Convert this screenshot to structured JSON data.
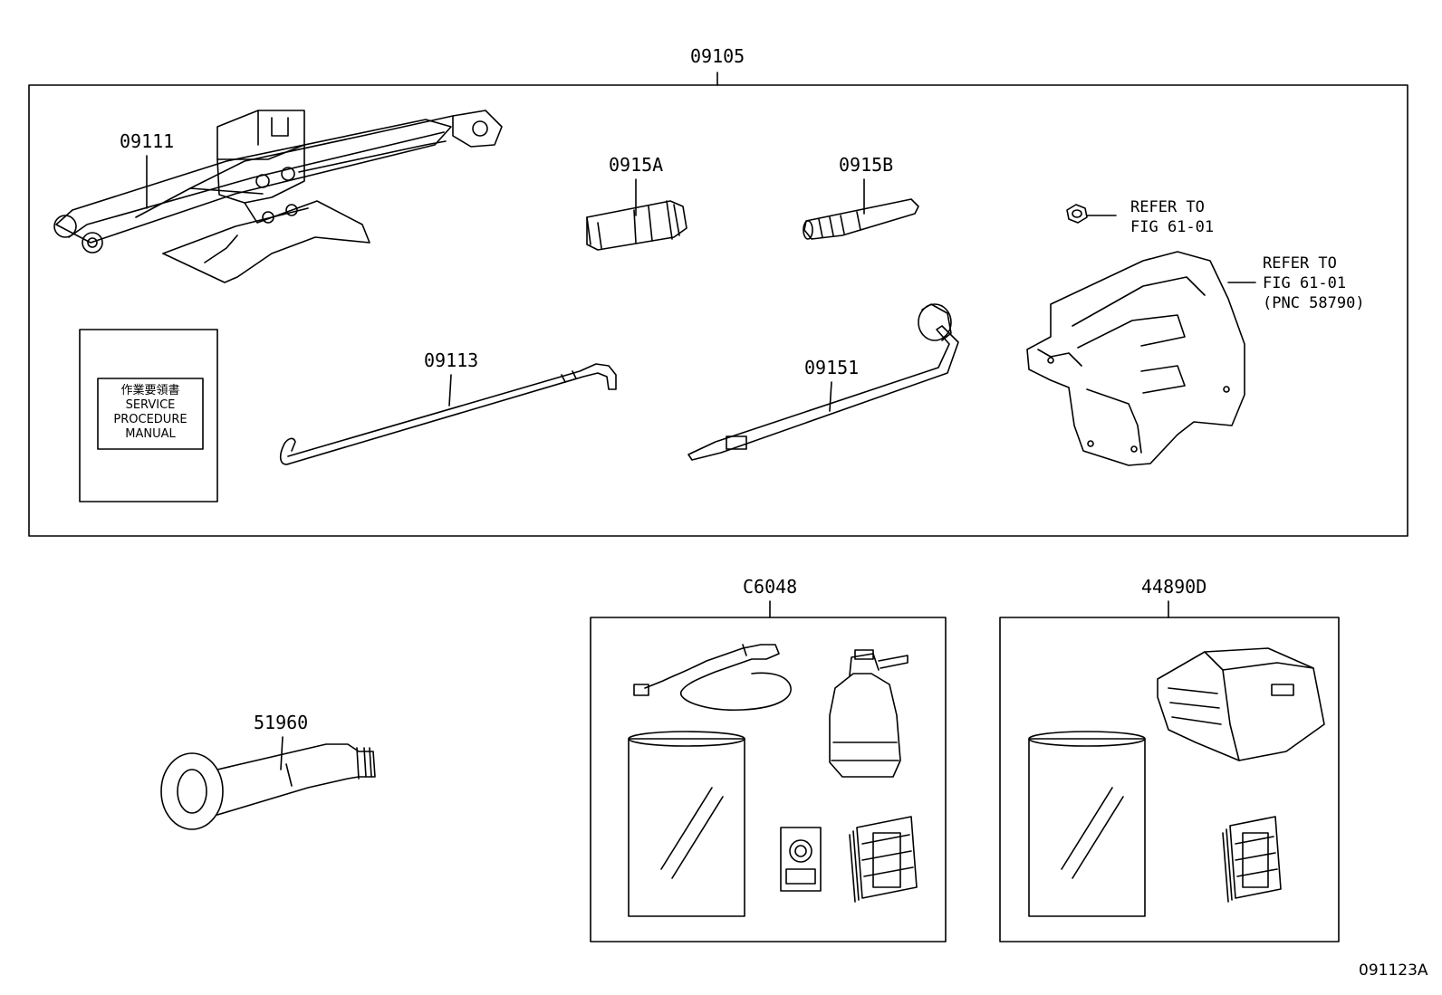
{
  "diagram": {
    "figure_id": "091123A",
    "group_kit": {
      "part_no": "09105"
    },
    "parts": {
      "jack": "09111",
      "handle_adapter_a": "0915A",
      "handle_adapter_b": "0915B",
      "jack_handle": "09113",
      "wheel_wrench": "09151",
      "towing_eye": "51960",
      "repair_kit": "C6048",
      "compressor_kit": "44890D"
    },
    "references": {
      "nut_ref": {
        "line1": "REFER TO",
        "line2": "FIG 61-01"
      },
      "bracket_ref": {
        "line1": "REFER TO",
        "line2": "FIG 61-01",
        "line3": "(PNC 58790)"
      }
    },
    "manual": {
      "line1": "作業要領書",
      "line2": "SERVICE",
      "line3": "PROCEDURE",
      "line4": "MANUAL"
    }
  }
}
